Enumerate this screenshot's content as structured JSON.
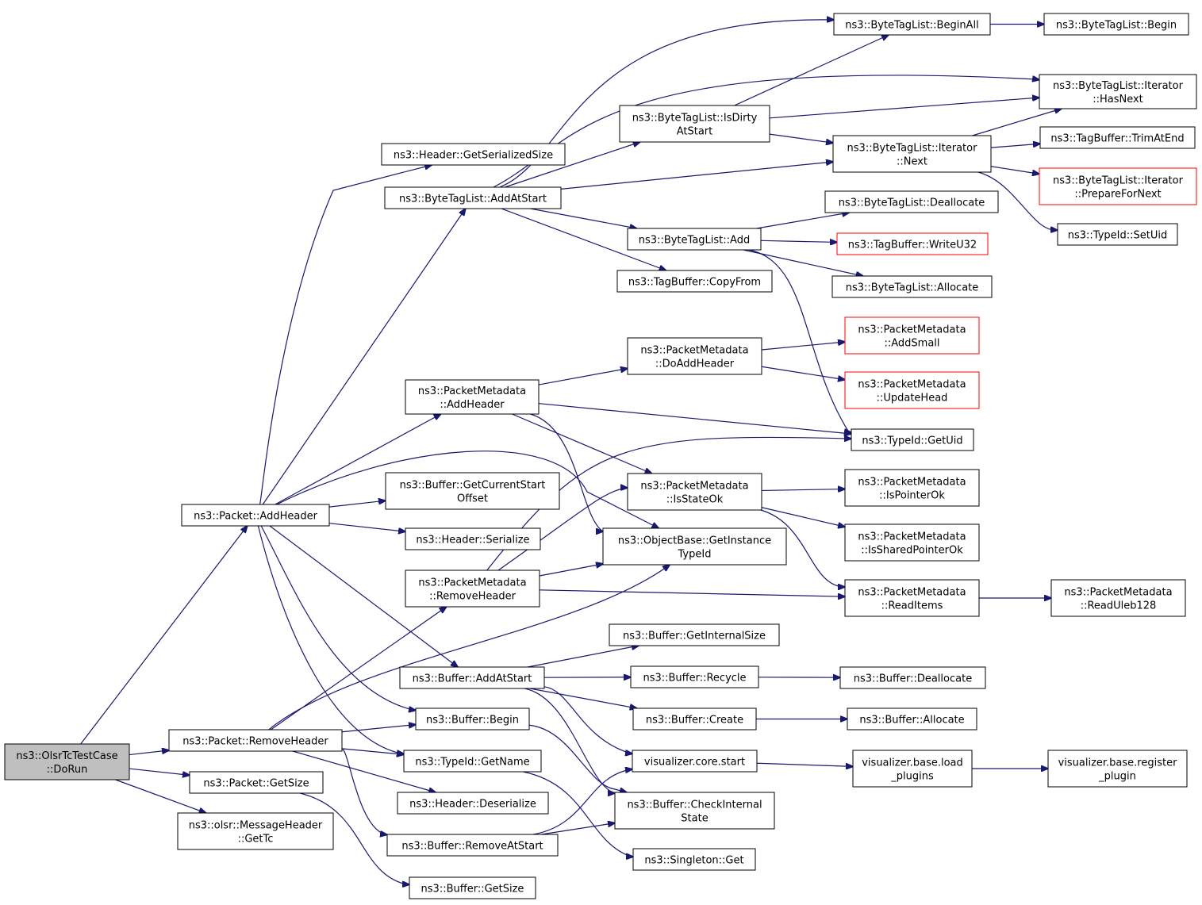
{
  "graph": {
    "root": "ns3::OlsrTcTestCase::DoRun",
    "colors": {
      "edge": "#191970",
      "root_fill": "#bfbfbf",
      "truncated_border": "#ff0000",
      "node_border": "#000000"
    }
  },
  "nodes": {
    "doRun": [
      "ns3::OlsrTcTestCase",
      "::DoRun"
    ],
    "packetAddHeader": [
      "ns3::Packet::AddHeader"
    ],
    "packetRemoveHeader": [
      "ns3::Packet::RemoveHeader"
    ],
    "packetGetSize": [
      "ns3::Packet::GetSize"
    ],
    "msgHeaderGetTc": [
      "ns3::olsr::MessageHeader",
      "::GetTc"
    ],
    "headerGetSerializedSize": [
      "ns3::Header::GetSerializedSize"
    ],
    "byteTagListAddAtStart": [
      "ns3::ByteTagList::AddAtStart"
    ],
    "pmAddHeader": [
      "ns3::PacketMetadata",
      "::AddHeader"
    ],
    "bufferGetCurrentStartOffset": [
      "ns3::Buffer::GetCurrentStart",
      "Offset"
    ],
    "headerSerialize": [
      "ns3::Header::Serialize"
    ],
    "pmRemoveHeader": [
      "ns3::PacketMetadata",
      "::RemoveHeader"
    ],
    "bufferAddAtStart": [
      "ns3::Buffer::AddAtStart"
    ],
    "bufferBegin": [
      "ns3::Buffer::Begin"
    ],
    "typeIdGetName": [
      "ns3::TypeId::GetName"
    ],
    "headerDeserialize": [
      "ns3::Header::Deserialize"
    ],
    "bufferRemoveAtStart": [
      "ns3::Buffer::RemoveAtStart"
    ],
    "bufferGetSize": [
      "ns3::Buffer::GetSize"
    ],
    "btlIsDirtyAtStart": [
      "ns3::ByteTagList::IsDirty",
      "AtStart"
    ],
    "btlAdd": [
      "ns3::ByteTagList::Add"
    ],
    "tagBufferCopyFrom": [
      "ns3::TagBuffer::CopyFrom"
    ],
    "pmDoAddHeader": [
      "ns3::PacketMetadata",
      "::DoAddHeader"
    ],
    "pmIsStateOk": [
      "ns3::PacketMetadata",
      "::IsStateOk"
    ],
    "objectBaseGetInstanceTypeId": [
      "ns3::ObjectBase::GetInstance",
      "TypeId"
    ],
    "bufferGetInternalSize": [
      "ns3::Buffer::GetInternalSize"
    ],
    "bufferRecycle": [
      "ns3::Buffer::Recycle"
    ],
    "bufferCreate": [
      "ns3::Buffer::Create"
    ],
    "visualizerCoreStart": [
      "visualizer.core.start"
    ],
    "bufferCheckInternalState": [
      "ns3::Buffer::CheckInternal",
      "State"
    ],
    "singletonGet": [
      "ns3::Singleton::Get"
    ],
    "btlBeginAll": [
      "ns3::ByteTagList::BeginAll"
    ],
    "btlIterNext": [
      "ns3::ByteTagList::Iterator",
      "::Next"
    ],
    "btlDeallocate": [
      "ns3::ByteTagList::Deallocate"
    ],
    "tagBufferWriteU32": [
      "ns3::TagBuffer::WriteU32"
    ],
    "btlAllocate": [
      "ns3::ByteTagList::Allocate"
    ],
    "pmAddSmall": [
      "ns3::PacketMetadata",
      "::AddSmall"
    ],
    "pmUpdateHead": [
      "ns3::PacketMetadata",
      "::UpdateHead"
    ],
    "typeIdGetUid": [
      "ns3::TypeId::GetUid"
    ],
    "pmIsPointerOk": [
      "ns3::PacketMetadata",
      "::IsPointerOk"
    ],
    "pmIsSharedPointerOk": [
      "ns3::PacketMetadata",
      "::IsSharedPointerOk"
    ],
    "pmReadItems": [
      "ns3::PacketMetadata",
      "::ReadItems"
    ],
    "bufferDeallocate": [
      "ns3::Buffer::Deallocate"
    ],
    "bufferAllocate": [
      "ns3::Buffer::Allocate"
    ],
    "visualizerBaseLoadPlugins": [
      "visualizer.base.load",
      "_plugins"
    ],
    "btlBegin": [
      "ns3::ByteTagList::Begin"
    ],
    "btlIterHasNext": [
      "ns3::ByteTagList::Iterator",
      "::HasNext"
    ],
    "tagBufferTrimAtEnd": [
      "ns3::TagBuffer::TrimAtEnd"
    ],
    "btlIterPrepareForNext": [
      "ns3::ByteTagList::Iterator",
      "::PrepareForNext"
    ],
    "typeIdSetUid": [
      "ns3::TypeId::SetUid"
    ],
    "pmReadUleb128": [
      "ns3::PacketMetadata",
      "::ReadUleb128"
    ],
    "visualizerBaseRegisterPlugin": [
      "visualizer.base.register",
      "_plugin"
    ]
  }
}
